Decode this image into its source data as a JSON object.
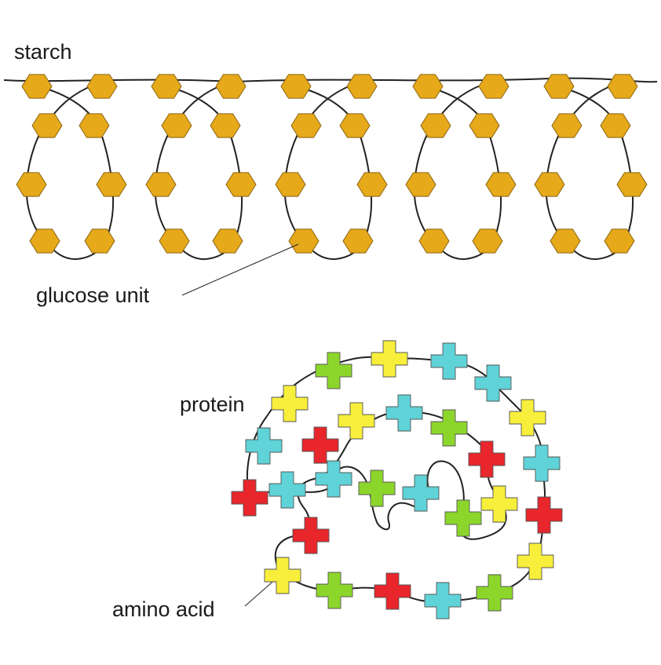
{
  "labels": {
    "starch": "starch",
    "glucose": "glucose unit",
    "protein": "protein",
    "amino": "amino acid"
  },
  "colors": {
    "glucose": "#e6a91a",
    "red": "#e8262b",
    "yellow": "#f7ef3b",
    "green": "#8cd62b",
    "cyan": "#5fd3d8"
  },
  "icons": {
    "glucose_unit": "hexagon",
    "amino_acid": "plus-cross"
  },
  "amino_acid_sequence": [
    "red",
    "cyan",
    "cyan",
    "yellow",
    "green",
    "yellow",
    "cyan",
    "cyan",
    "yellow",
    "cyan",
    "red",
    "red",
    "yellow",
    "green",
    "cyan",
    "red",
    "green",
    "yellow",
    "cyan",
    "green",
    "red",
    "yellow",
    "red",
    "green",
    "cyan",
    "cyan",
    "green",
    "yellow"
  ]
}
